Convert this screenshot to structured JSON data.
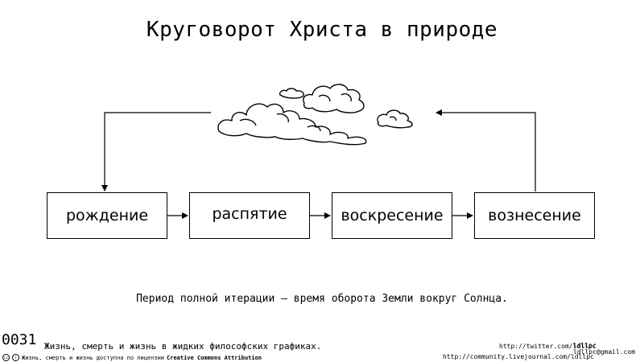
{
  "title": "Круговорот Христа в природе",
  "stages": [
    "рождение",
    "распятие",
    "воскресение",
    "вознесение"
  ],
  "caption": "Период полной итерации — время оборота Земли вокруг Солнца.",
  "footer": {
    "number": "0031",
    "series_text": "Жизнь, смерть и жизнь в жидких философских графиках.",
    "license_text": "Жизнь, смерть и жизнь доступна по лицензии",
    "license_name": "Creative Commons Attribution",
    "twitter": "http://twitter.com/ldllpc",
    "email_user": "ldllpc",
    "email_domain": "ldllpc@gmail.com",
    "livejournal": "http://community.livejournal.com/ldllpc"
  },
  "icons": [
    "cloud-icon",
    "cc-icon",
    "attribution-icon"
  ]
}
